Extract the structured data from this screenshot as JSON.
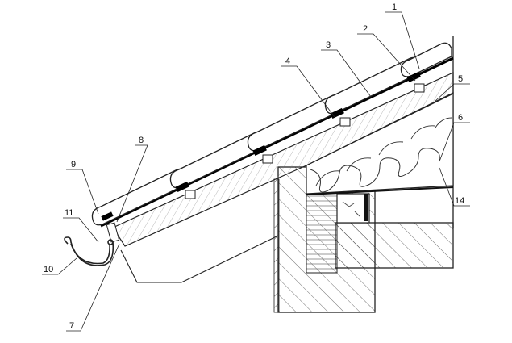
{
  "labels": {
    "l1": "1",
    "l2": "2",
    "l3": "3",
    "l4": "4",
    "l5": "5",
    "l6": "6",
    "l14": "14",
    "l8": "8",
    "l9": "9",
    "l11": "11",
    "l10": "10",
    "l7": "7"
  }
}
